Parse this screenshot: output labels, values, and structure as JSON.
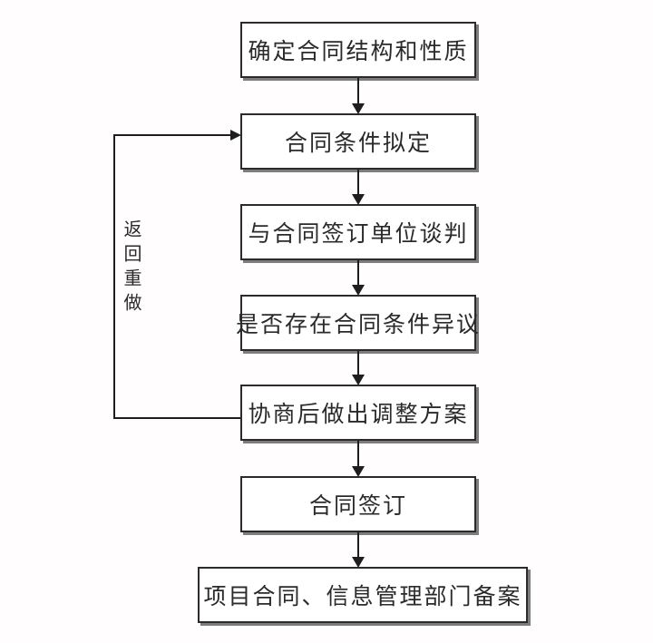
{
  "diagram": {
    "type": "flowchart",
    "nodes": [
      {
        "id": 1,
        "label": "确定合同结构和性质"
      },
      {
        "id": 2,
        "label": "合同条件拟定"
      },
      {
        "id": 3,
        "label": "与合同签订单位谈判"
      },
      {
        "id": 4,
        "label": "是否存在合同条件异议"
      },
      {
        "id": 5,
        "label": "协商后做出调整方案"
      },
      {
        "id": 6,
        "label": "合同签订"
      },
      {
        "id": 7,
        "label": "项目合同、信息管理部门备案"
      }
    ],
    "edges": [
      {
        "from": 1,
        "to": 2,
        "label": ""
      },
      {
        "from": 2,
        "to": 3,
        "label": ""
      },
      {
        "from": 3,
        "to": 4,
        "label": ""
      },
      {
        "from": 4,
        "to": 5,
        "label": ""
      },
      {
        "from": 5,
        "to": 6,
        "label": ""
      },
      {
        "from": 6,
        "to": 7,
        "label": ""
      },
      {
        "from": 5,
        "to": 2,
        "label": "返回重做"
      }
    ],
    "loop": {
      "label": "返回重做"
    },
    "colors": {
      "background": "#fffdfe",
      "node_fill": "#ffffff",
      "node_border": "#2b2b2b",
      "node_shadow": "#7d7d7d",
      "line": "#1e1e1e",
      "text": "#2a2a2a"
    }
  }
}
